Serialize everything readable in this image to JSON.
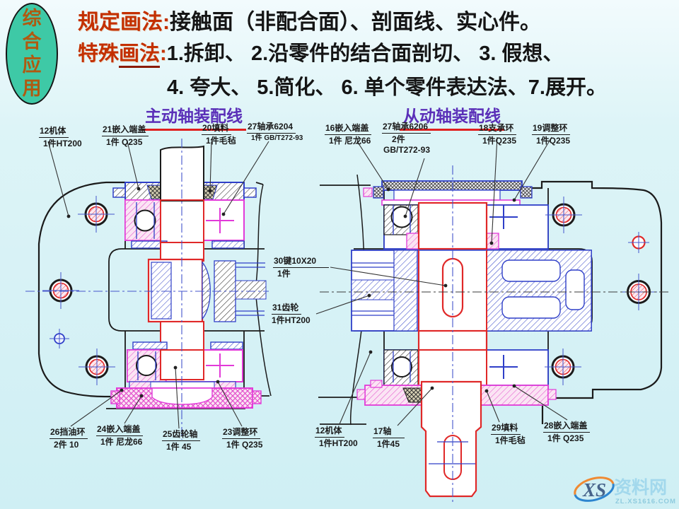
{
  "badge": {
    "chars": [
      "综",
      "合",
      "应",
      "用"
    ]
  },
  "header": {
    "line1_label": "规定画法:",
    "line1_text": "接触面（非配合面）、剖面线、实心件。",
    "line2_label_a": "特殊",
    "line2_label_b": "画法",
    "line2_colon": ":",
    "line2_text": "1.拆卸、 2.沿零件的结合面剖切、 3. 假想、",
    "line3_text": "4. 夸大、 5.简化、 6. 单个零件表达法、7.展开。"
  },
  "diagram": {
    "left_title": "主动轴装配线",
    "right_title": "从动轴装配线",
    "labels": [
      {
        "name": "12机体",
        "qty": "1件HT200"
      },
      {
        "name": "21嵌入端盖",
        "qty": "1件 Q235"
      },
      {
        "name": "20填料",
        "qty": "1件毛毡"
      },
      {
        "name": "27轴承6204",
        "qty": "1件 GB/T272-93"
      },
      {
        "name": "16嵌入端盖",
        "qty": "1件 尼龙66"
      },
      {
        "name": "27轴承6206",
        "qty": "2件",
        "extra": "GB/T272-93"
      },
      {
        "name": "18支承环",
        "qty": "1件Q235"
      },
      {
        "name": "19调整环",
        "qty": "1件Q235"
      },
      {
        "name": "30键10X20",
        "qty": "1件"
      },
      {
        "name": "31齿轮",
        "qty": "1件HT200"
      },
      {
        "name": "26挡油环",
        "qty": "2件 10"
      },
      {
        "name": "24嵌入端盖",
        "qty": "1件 尼龙66"
      },
      {
        "name": "25齿轮轴",
        "qty": "1件 45"
      },
      {
        "name": "23调整环",
        "qty": "1件 Q235"
      },
      {
        "name": "12机体",
        "qty": "1件HT200"
      },
      {
        "name": "17轴",
        "qty": "1件45"
      },
      {
        "name": "29填料",
        "qty": "1件毛毡"
      },
      {
        "name": "28嵌入端盖",
        "qty": "1件 Q235"
      }
    ]
  },
  "watermark": {
    "logo": "XS",
    "site": "资料网",
    "url": "ZL.XS1616.COM"
  }
}
